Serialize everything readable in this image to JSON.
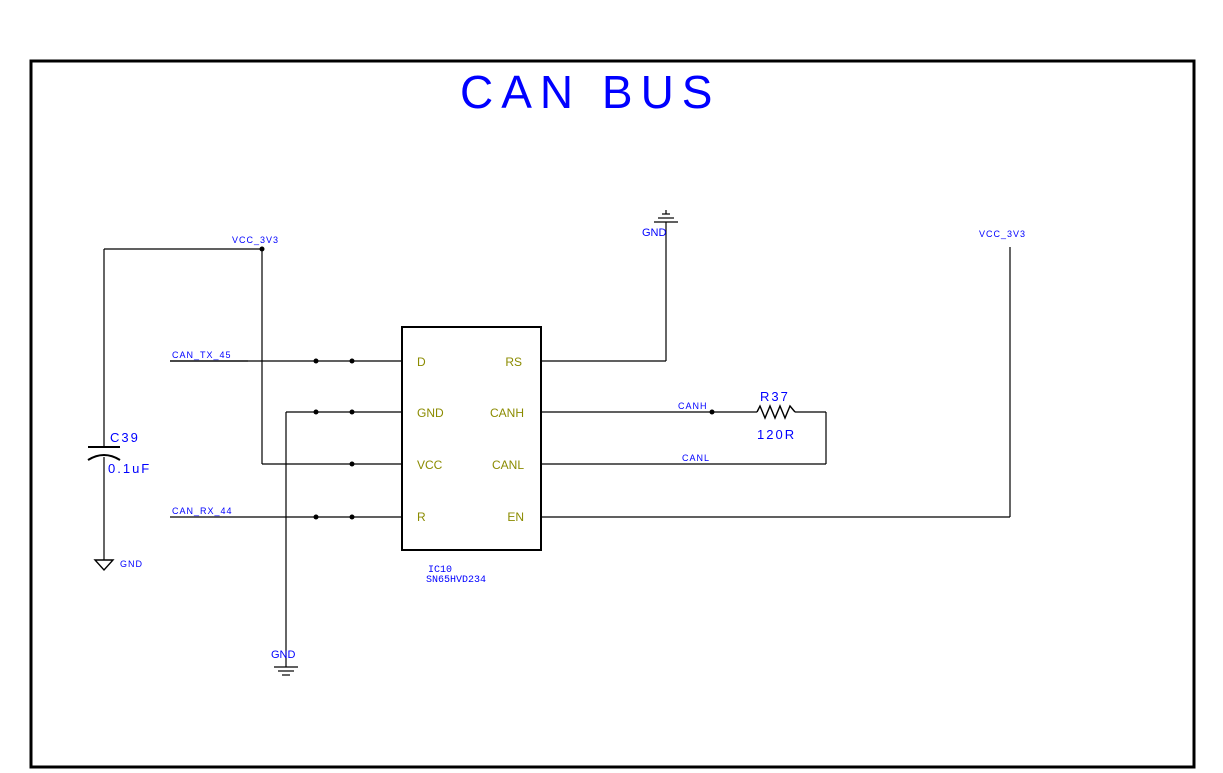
{
  "title": "CAN BUS",
  "colors": {
    "text": "#0000ff",
    "pins": "#8b8b00",
    "wires": "#000000"
  },
  "ic": {
    "ref": "IC10",
    "part": "SN65HVD234",
    "pins_left": [
      "D",
      "GND",
      "VCC",
      "R"
    ],
    "pins_right": [
      "RS",
      "CANH",
      "CANL",
      "EN"
    ]
  },
  "nets": {
    "can_tx": "CAN_TX_45",
    "can_rx": "CAN_RX_44",
    "vcc_left": "VCC_3V3",
    "vcc_right": "VCC_3V3",
    "canh": "CANH",
    "canl": "CANL"
  },
  "capacitor": {
    "ref": "C39",
    "value": "0.1uF",
    "gnd_label": "GND"
  },
  "resistor": {
    "ref": "R37",
    "value": "120R"
  },
  "grounds": {
    "top": "GND",
    "bottom": "GND"
  }
}
